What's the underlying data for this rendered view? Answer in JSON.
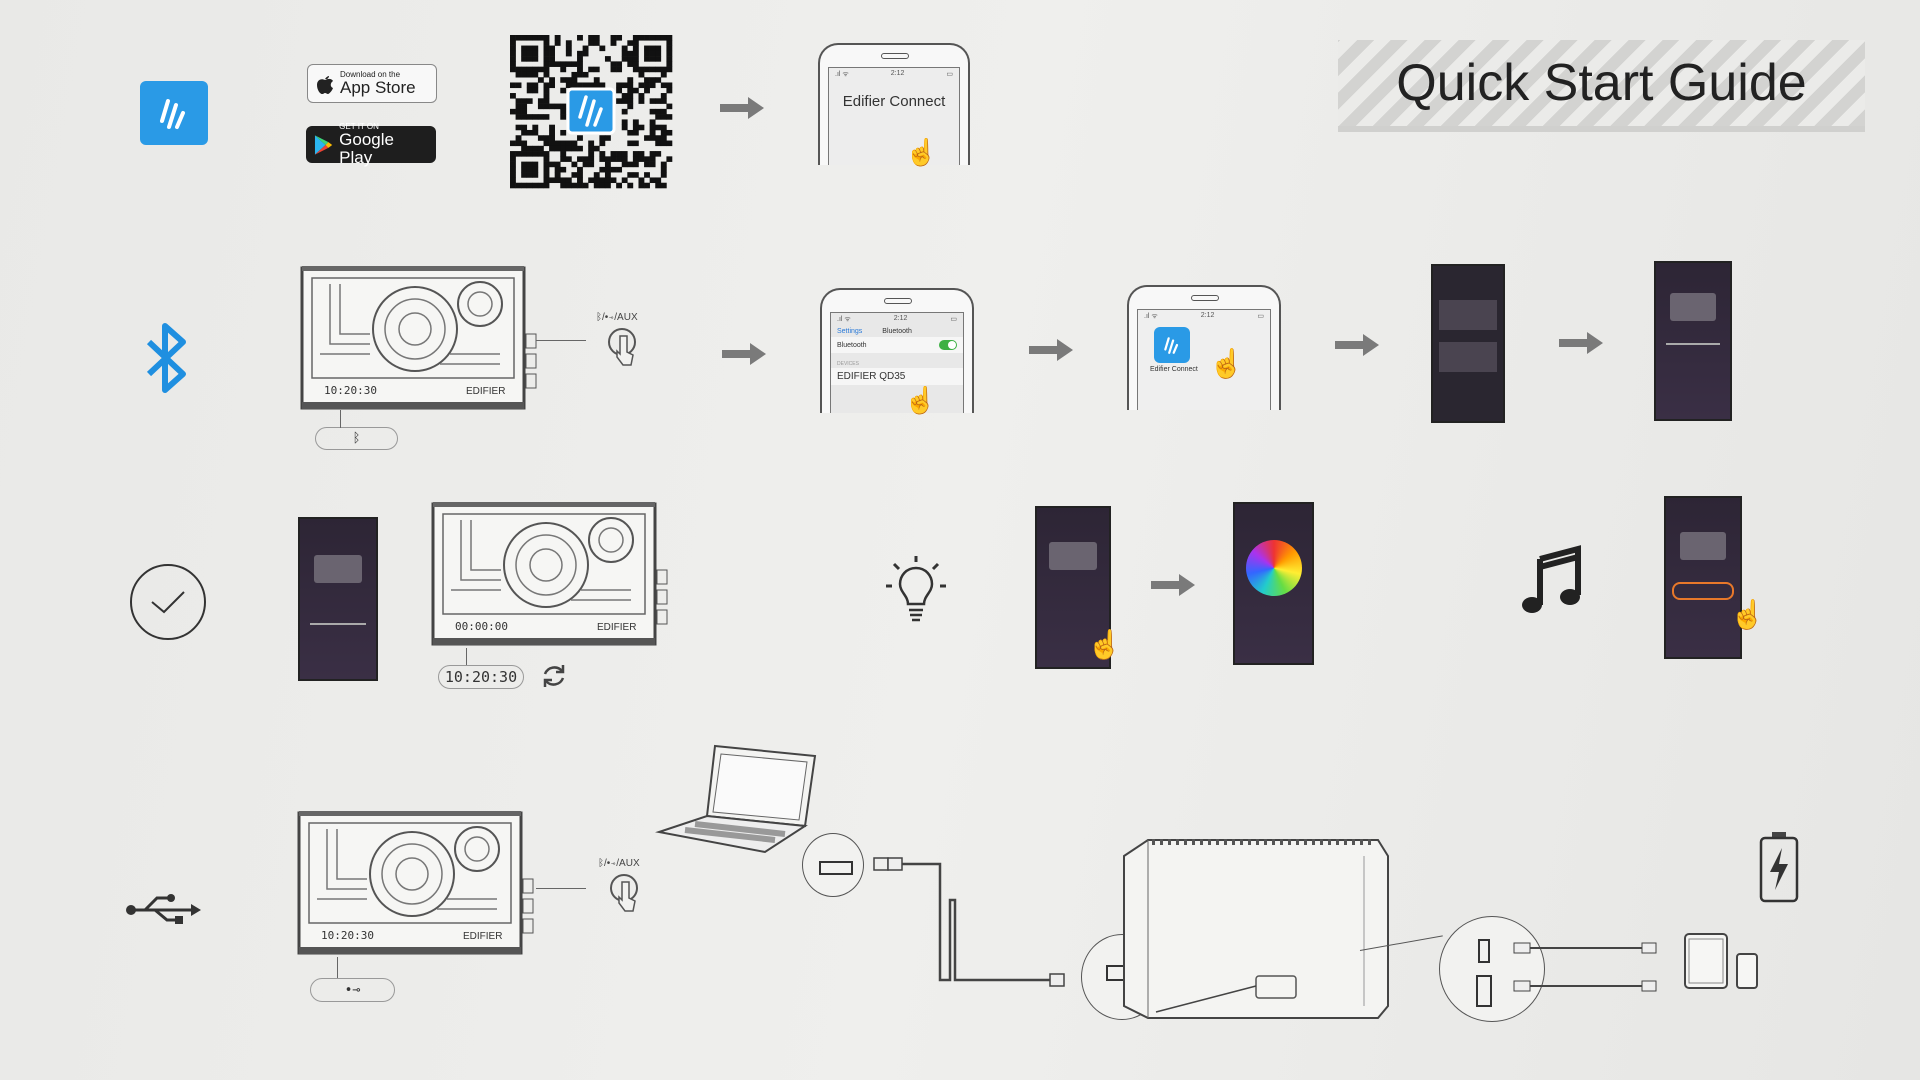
{
  "title": "Quick Start Guide",
  "colors": {
    "brand_blue": "#2a9ae6",
    "arrow_gray": "#7a7a7a",
    "toggle_green": "#3cb043",
    "highlight_orange": "#e8782a"
  },
  "row1": {
    "app_store": {
      "small": "Download on the",
      "big": "App Store"
    },
    "google_play": {
      "small": "GET IT ON",
      "big": "Google Play"
    },
    "phone": {
      "time": "2:12",
      "app_name": "Edifier Connect"
    }
  },
  "row2": {
    "speaker": {
      "clock": "10:20:30",
      "brand": "EDIFIER"
    },
    "mode_label": "/AUX",
    "bt_phone": {
      "time": "2:12",
      "back": "Settings",
      "header": "Bluetooth",
      "toggle_label": "Bluetooth",
      "section": "DEVICES",
      "device": "EDIFIER QD35"
    },
    "app_phone": {
      "time": "2:12",
      "app_name": "Edifier Connect"
    }
  },
  "row3": {
    "speaker": {
      "clock": "00:00:00",
      "brand": "EDIFIER"
    },
    "time_display": "10:20:30"
  },
  "row4": {
    "speaker": {
      "clock": "10:20:30",
      "brand": "EDIFIER"
    },
    "mode_label": "/AUX"
  },
  "icons": [
    "app-icon",
    "bluetooth-icon",
    "clock-icon",
    "usb-icon",
    "lightbulb-icon",
    "music-note-icon",
    "battery-charging-icon",
    "refresh-icon",
    "tap-hand-icon"
  ]
}
